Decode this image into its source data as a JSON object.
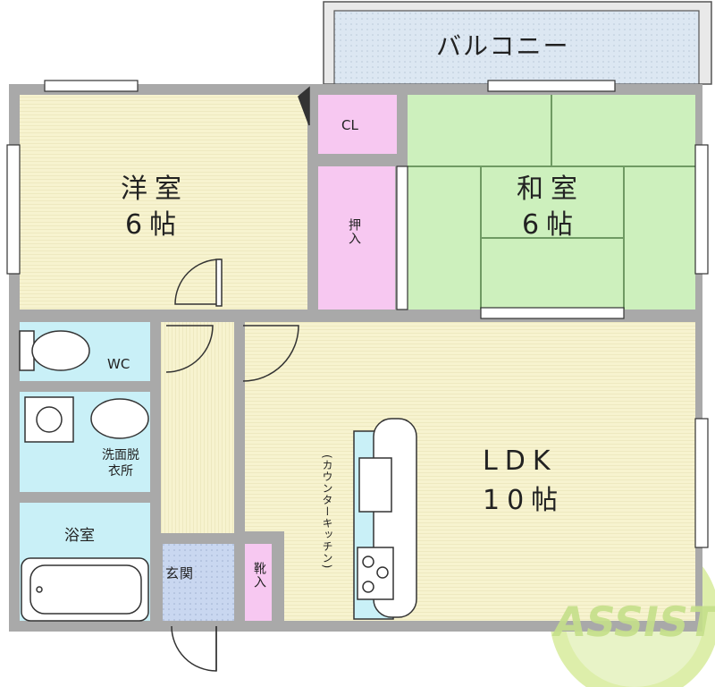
{
  "rooms": {
    "balcony": "バルコニー",
    "western": {
      "name": "洋室",
      "size": "6帖"
    },
    "japanese": {
      "name": "和室",
      "size": "6帖"
    },
    "closet": "CL",
    "oshiire": "押入",
    "wc": "WC",
    "washroom": "洗面脱衣所",
    "bath": "浴室",
    "ldk": {
      "name": "LDK",
      "size": "10帖"
    },
    "genkan": "玄関",
    "shoe": "靴入",
    "kitchen": "(カウンターキッチン)"
  },
  "watermark": "ASSIST",
  "colors": {
    "western_floor": "#f7f3cf",
    "ldk_floor": "#f7f3cf",
    "tatami": "#cdf0bd",
    "tatami_line": "#6f9a63",
    "storage": "#f7c8f1",
    "wet_area": "#c9f0f7",
    "balcony": "#dce7f2",
    "genkan": "#c9d7f0",
    "wall": "#a9a9a9",
    "watermark": "#d8ec9c"
  }
}
